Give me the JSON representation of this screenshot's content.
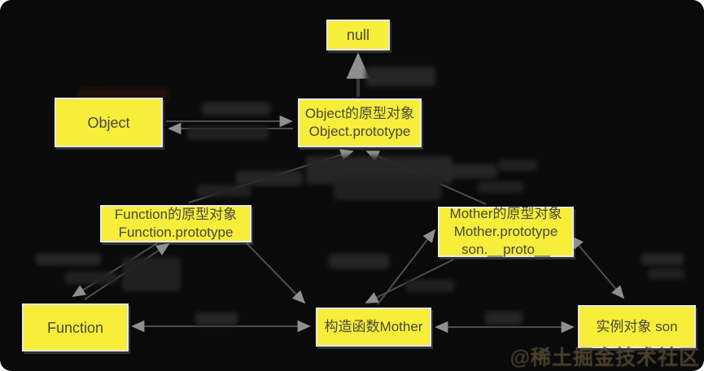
{
  "diagram": {
    "description": "JavaScript prototype chain diagram with yellow node boxes on a black background; arrow labels are blurred and illegible in the source image",
    "nodes": [
      {
        "id": "null",
        "lines": [
          "null"
        ]
      },
      {
        "id": "object",
        "lines": [
          "Object"
        ]
      },
      {
        "id": "object-prototype",
        "lines": [
          "Object的原型对象",
          "Object.prototype"
        ]
      },
      {
        "id": "function-prototype",
        "lines": [
          "Function的原型对象",
          "Function.prototype"
        ]
      },
      {
        "id": "mother-prototype",
        "lines": [
          "Mother的原型对象",
          "Mother.prototype",
          "son.__proto__"
        ]
      },
      {
        "id": "function",
        "lines": [
          "Function"
        ]
      },
      {
        "id": "mother",
        "lines": [
          "构造函数Mother"
        ]
      },
      {
        "id": "son",
        "lines": [
          "实例对象 son"
        ]
      }
    ],
    "edges": [
      {
        "from": "object-prototype",
        "to": "null",
        "bidirectional": false
      },
      {
        "from": "object",
        "to": "object-prototype",
        "bidirectional": true
      },
      {
        "from": "function-prototype",
        "to": "object-prototype",
        "bidirectional": false
      },
      {
        "from": "mother-prototype",
        "to": "object-prototype",
        "bidirectional": false
      },
      {
        "from": "function",
        "to": "function-prototype",
        "bidirectional": true
      },
      {
        "from": "function",
        "to": "mother",
        "bidirectional": true
      },
      {
        "from": "function-prototype",
        "to": "mother",
        "bidirectional": false
      },
      {
        "from": "mother",
        "to": "mother-prototype",
        "bidirectional": true
      },
      {
        "from": "mother-prototype",
        "to": "son",
        "bidirectional": true
      },
      {
        "from": "mother",
        "to": "son",
        "bidirectional": true
      }
    ],
    "edge_labels_obscured": true
  },
  "watermark": {
    "text": "@稀土掘金技术社区"
  },
  "colors": {
    "background": "#0a0a0a",
    "node_bg": "#f6ee39",
    "node_border": "#e7e7e7",
    "node_text": "#49483f",
    "edge_line": "#4d4d4d",
    "arrowhead": "#8f8f8f",
    "watermark_text": "#4a422d"
  }
}
